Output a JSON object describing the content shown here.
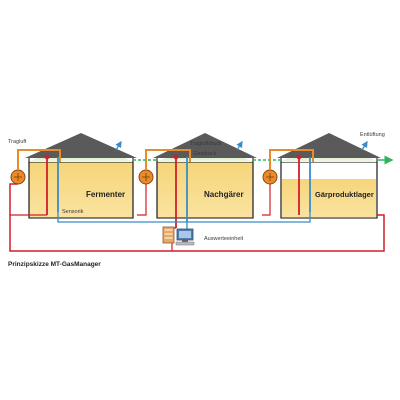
{
  "labels": {
    "tragluft": "Tragluft",
    "tragluftdruck": "Tragluftdruck",
    "gasdruck": "Gasdruck",
    "entlueftung": "Entlüftung",
    "sensorik": "Sensorik",
    "auswerteeinheit": "Auswerteeinheit"
  },
  "tanks": {
    "fermenter": "Fermenter",
    "nachgaerer": "Nachgärer",
    "gaerproduktlager": "Gärproduktlager"
  },
  "caption": "Prinzipskizze MT-GasManager",
  "colors": {
    "substrate": "#f8dc88",
    "gas_fill": "#d8ecc4",
    "roof": "#5a5a5a",
    "pipe_red": "#d01f2a",
    "pipe_blue": "#3a8cc8",
    "pipe_orange": "#e98a2b",
    "gas_arrow_green": "#2fb55e"
  }
}
